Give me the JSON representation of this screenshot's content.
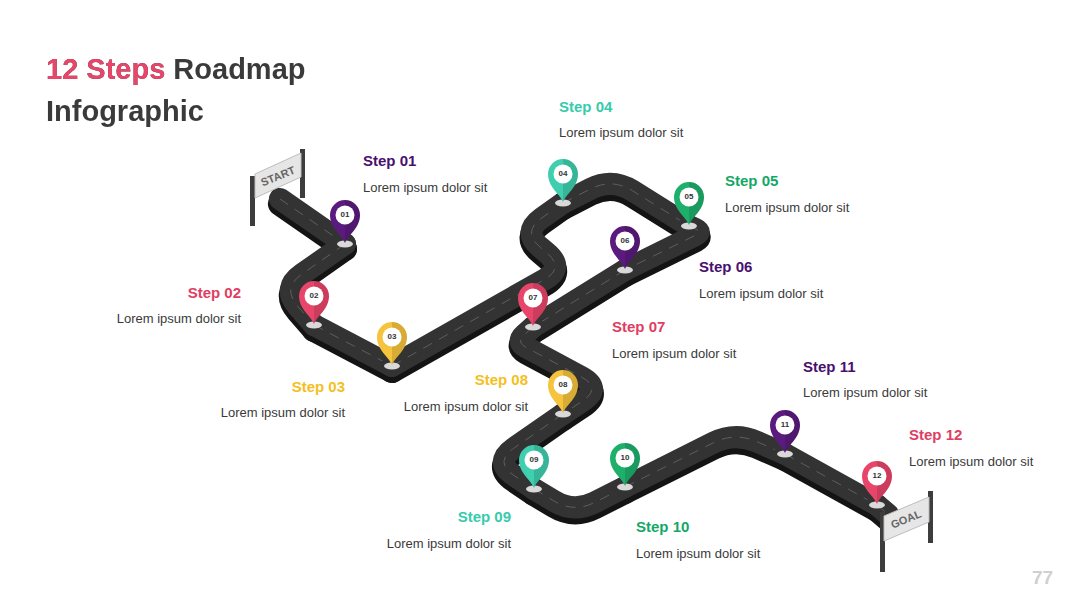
{
  "diagram": {
    "title": "12 Steps Roadmap Infographic",
    "nodes": [
      {
        "text": [
          "START"
        ]
      },
      {
        "text": [
          "01",
          "Step 01",
          "Lorem ipsum dolor sit"
        ]
      },
      {
        "text": [
          "02",
          "Step 02",
          "Lorem ipsum dolor sit"
        ]
      },
      {
        "text": [
          "03",
          "Step 03",
          "Lorem ipsum dolor sit"
        ]
      },
      {
        "text": [
          "04",
          "Step 04",
          "Lorem ipsum dolor sit"
        ]
      },
      {
        "text": [
          "05",
          "Step 05",
          "Lorem ipsum dolor sit"
        ]
      },
      {
        "text": [
          "06",
          "Step 06",
          "Lorem ipsum dolor sit"
        ]
      },
      {
        "text": [
          "07",
          "Step 07",
          "Lorem ipsum dolor sit"
        ]
      },
      {
        "text": [
          "08",
          "Step 08",
          "Lorem ipsum dolor sit"
        ]
      },
      {
        "text": [
          "09",
          "Step 09",
          "Lorem ipsum dolor sit"
        ]
      },
      {
        "text": [
          "10",
          "Step 10",
          "Lorem ipsum dolor sit"
        ]
      },
      {
        "text": [
          "11",
          "Step 11",
          "Lorem ipsum dolor sit"
        ]
      },
      {
        "text": [
          "12",
          "Step 12",
          "Lorem ipsum dolor sit"
        ]
      },
      {
        "text": [
          "GOAL"
        ]
      }
    ],
    "edges": [
      {
        "from": 0,
        "to": 1,
        "arrow": "none"
      },
      {
        "from": 1,
        "to": 2,
        "arrow": "none"
      },
      {
        "from": 2,
        "to": 3,
        "arrow": "none"
      },
      {
        "from": 3,
        "to": 4,
        "arrow": "none"
      },
      {
        "from": 4,
        "to": 5,
        "arrow": "none"
      },
      {
        "from": 5,
        "to": 6,
        "arrow": "none"
      },
      {
        "from": 6,
        "to": 7,
        "arrow": "none"
      },
      {
        "from": 7,
        "to": 8,
        "arrow": "none"
      },
      {
        "from": 8,
        "to": 9,
        "arrow": "none"
      },
      {
        "from": 9,
        "to": 10,
        "arrow": "none"
      },
      {
        "from": 10,
        "to": 11,
        "arrow": "none"
      },
      {
        "from": 11,
        "to": 12,
        "arrow": "none"
      },
      {
        "from": 12,
        "to": 13,
        "arrow": "none"
      }
    ],
    "labels": [
      "77"
    ]
  }
}
